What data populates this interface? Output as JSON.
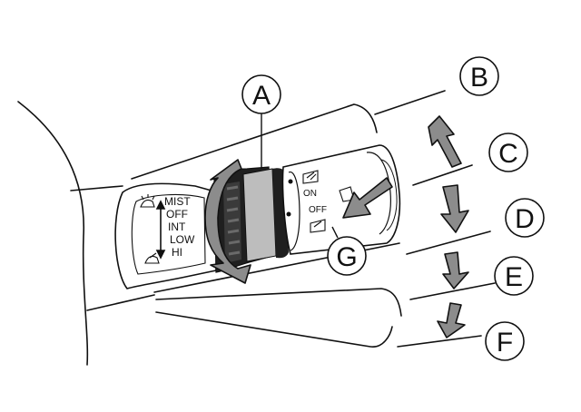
{
  "callouts": [
    {
      "id": "A",
      "text": "A"
    },
    {
      "id": "B",
      "text": "B"
    },
    {
      "id": "C",
      "text": "C"
    },
    {
      "id": "D",
      "text": "D"
    },
    {
      "id": "E",
      "text": "E"
    },
    {
      "id": "F",
      "text": "F"
    },
    {
      "id": "G",
      "text": "G"
    }
  ],
  "wiper_positions": [
    "MIST",
    "OFF",
    "INT",
    "LOW",
    "HI"
  ],
  "washer_switch": {
    "on_label": "ON",
    "off_label": "OFF"
  },
  "colors": {
    "line": "#111111",
    "arrow_fill": "#8c8c8c",
    "ring_fill": "#bdbdbd",
    "band_dark": "#2a2a2a"
  }
}
